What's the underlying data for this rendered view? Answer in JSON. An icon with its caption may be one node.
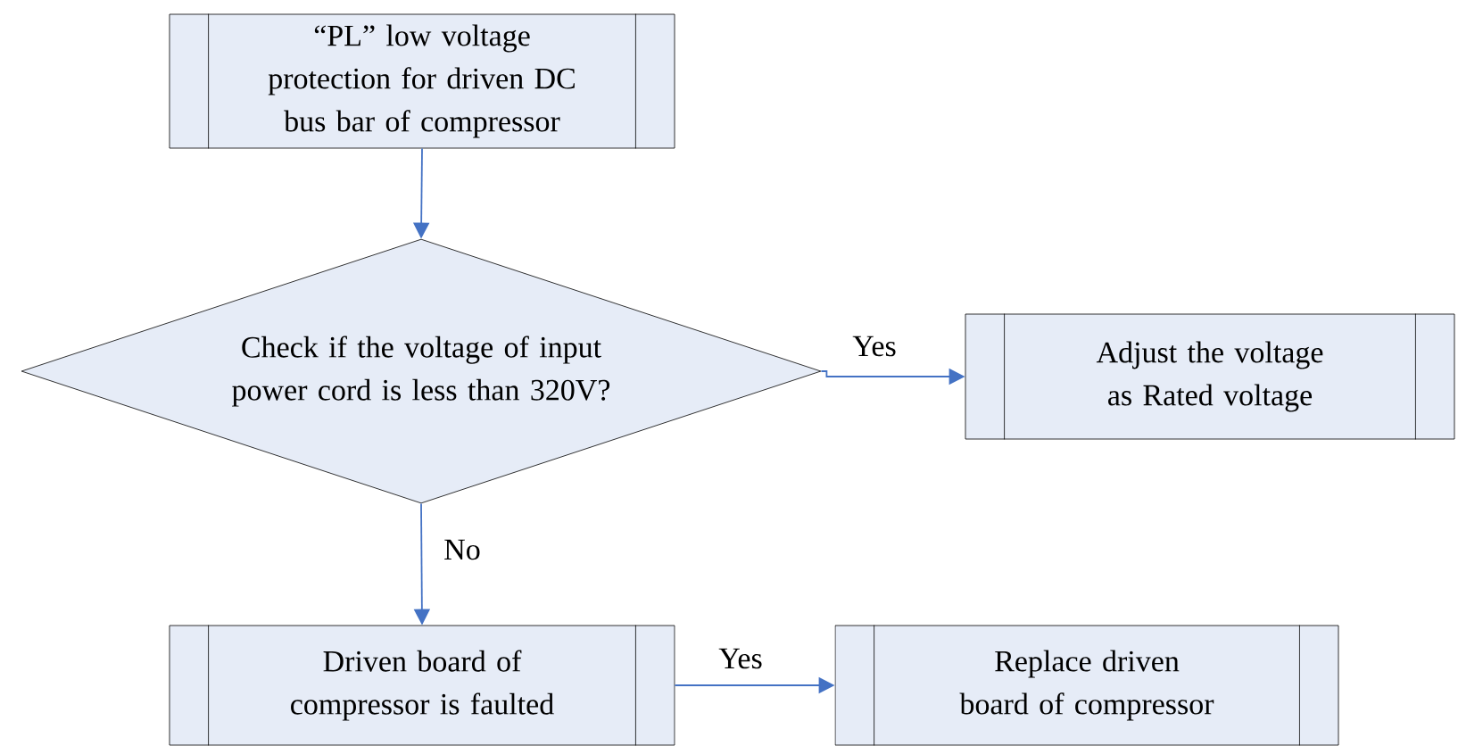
{
  "diagram": {
    "nodes": [
      {
        "text": [
          "“PL” low voltage protection for driven DC bus bar of compressor"
        ]
      },
      {
        "text": [
          "Check if the voltage of input power cord is less than 320V?"
        ]
      },
      {
        "text": [
          "Adjust the voltage as Rated voltage"
        ]
      },
      {
        "text": [
          "Driven board of compressor is faulted"
        ]
      },
      {
        "text": [
          "Replace driven board of compressor"
        ]
      }
    ],
    "edges": [
      {
        "from": 0,
        "to": 1,
        "arrow": "to"
      },
      {
        "from": 1,
        "to": 2,
        "arrow": "to",
        "label": "Yes"
      },
      {
        "from": 1,
        "to": 3,
        "arrow": "to",
        "label": "No"
      },
      {
        "from": 3,
        "to": 4,
        "arrow": "to",
        "label": "Yes"
      }
    ]
  }
}
